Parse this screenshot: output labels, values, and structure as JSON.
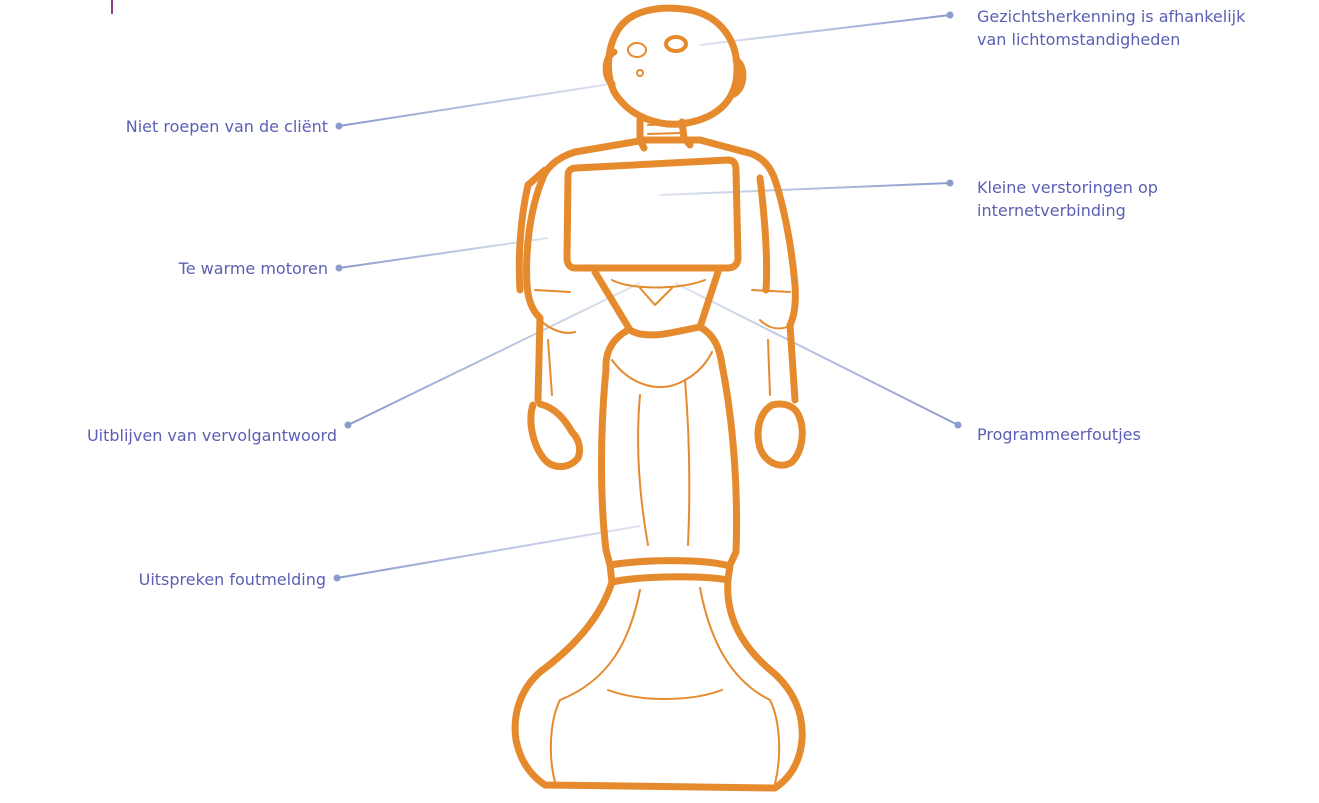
{
  "colors": {
    "robot_outline": "#e68a2e",
    "label_text": "#5a5fb4",
    "leader_line": "#8a9ccc",
    "marker": "#8a9ccc"
  },
  "labels": {
    "left": [
      {
        "id": "niet-roepen",
        "text": "Niet roepen van de cliënt"
      },
      {
        "id": "te-warme-motoren",
        "text": "Te warme motoren"
      },
      {
        "id": "uitblijven",
        "text": "Uitblijven van vervolgantwoord"
      },
      {
        "id": "uitspreken",
        "text": "Uitspreken foutmelding"
      }
    ],
    "right": [
      {
        "id": "gezichtsherkenning",
        "lines": [
          "Gezichtsherkenning is afhankelijk",
          "van lichtomstandigheden"
        ]
      },
      {
        "id": "kleine-verstoringen",
        "lines": [
          "Kleine verstoringen op",
          "internetverbinding"
        ]
      },
      {
        "id": "programmeerfoutjes",
        "lines": [
          "Programmeerfoutjes"
        ]
      }
    ]
  }
}
